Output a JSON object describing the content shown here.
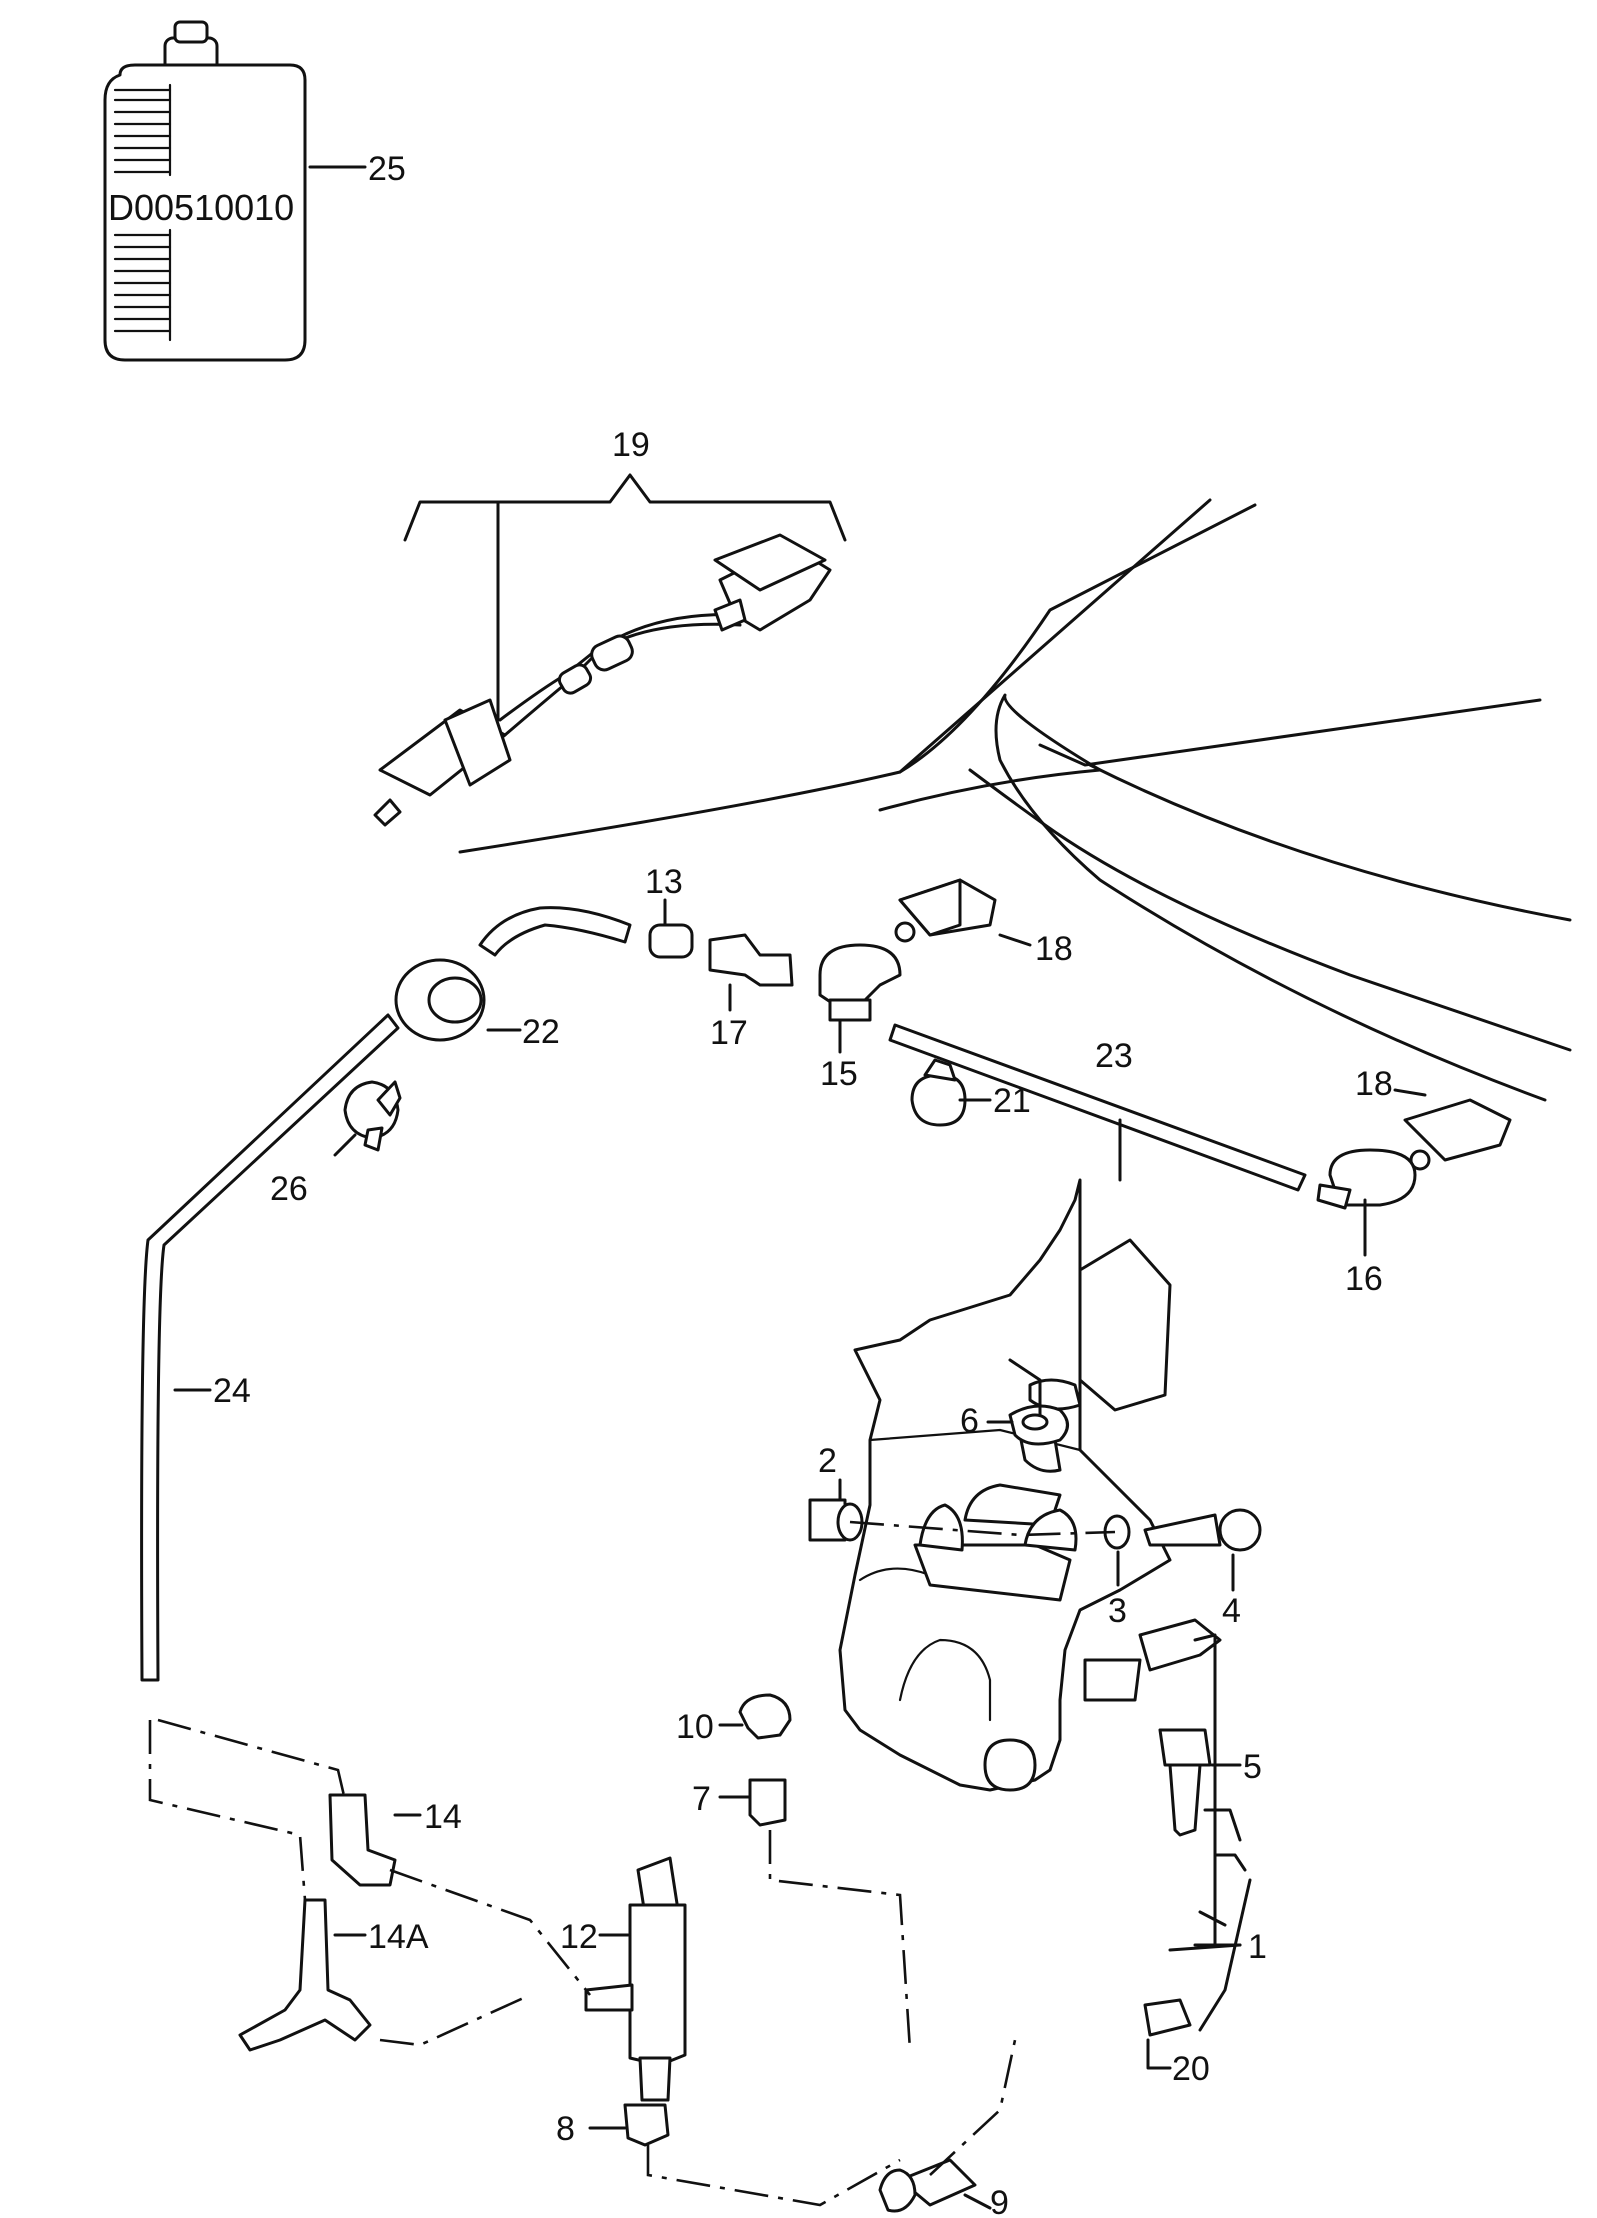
{
  "diagram": {
    "bottle_code": "D00510010",
    "callouts": {
      "p1": "1",
      "p2": "2",
      "p3": "3",
      "p4": "4",
      "p5": "5",
      "p6": "6",
      "p7": "7",
      "p8": "8",
      "p9": "9",
      "p10": "10",
      "p12": "12",
      "p13": "13",
      "p14": "14",
      "p14a": "14A",
      "p15": "15",
      "p16": "16",
      "p17": "17",
      "p18a": "18",
      "p18b": "18",
      "p19": "19",
      "p20": "20",
      "p21": "21",
      "p22": "22",
      "p23": "23",
      "p24": "24",
      "p25": "25",
      "p26": "26"
    }
  }
}
